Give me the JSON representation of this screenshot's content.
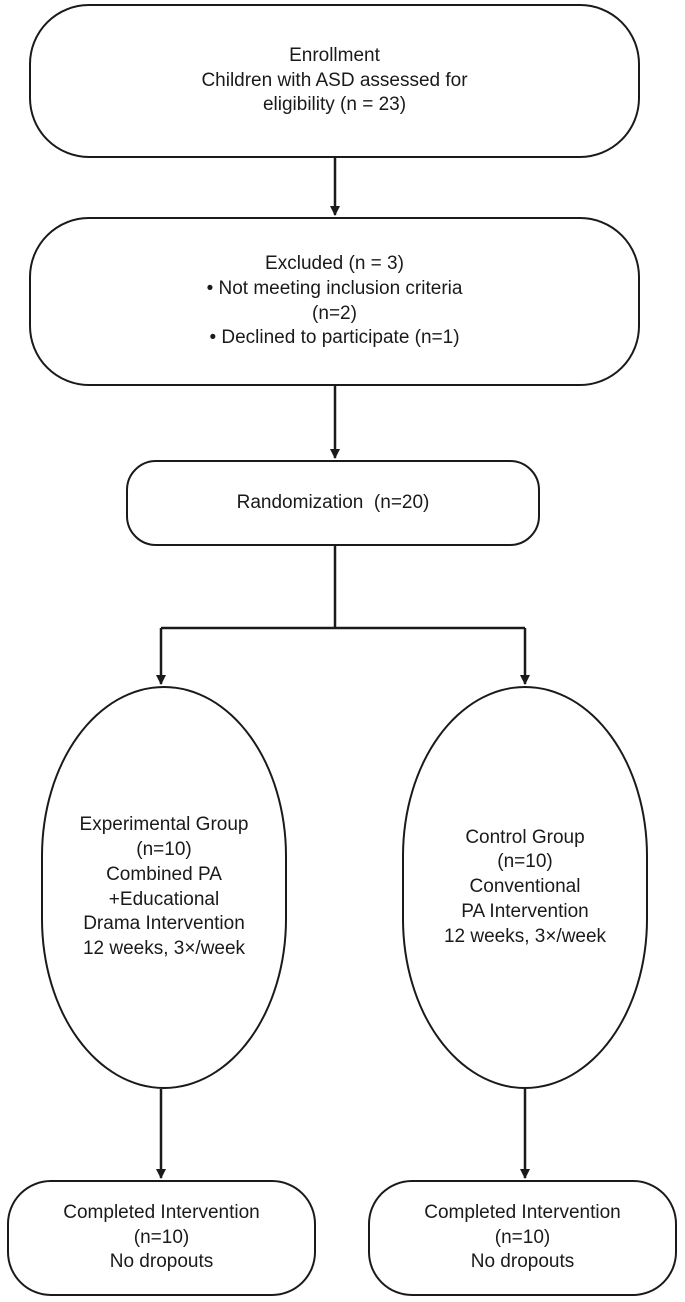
{
  "nodes": {
    "enrollment": [
      "Enrollment",
      "Children with ASD assessed for",
      "eligibility (n = 23)"
    ],
    "excluded": [
      "Excluded (n = 3)",
      "• Not meeting inclusion criteria",
      "(n=2)",
      "• Declined to participate (n=1)"
    ],
    "randomization": [
      "Randomization  (n=20)"
    ],
    "experimental": [
      "Experimental Group",
      "(n=10)",
      "Combined PA",
      "+Educational",
      "Drama Intervention",
      "12 weeks, 3×/week"
    ],
    "control": [
      "Control Group",
      "(n=10)",
      "Conventional",
      "PA Intervention",
      "12 weeks, 3×/week"
    ],
    "completed_experimental": [
      "Completed Intervention",
      "(n=10)",
      "No dropouts"
    ],
    "completed_control": [
      "Completed Intervention",
      "(n=10)",
      "No dropouts"
    ]
  }
}
